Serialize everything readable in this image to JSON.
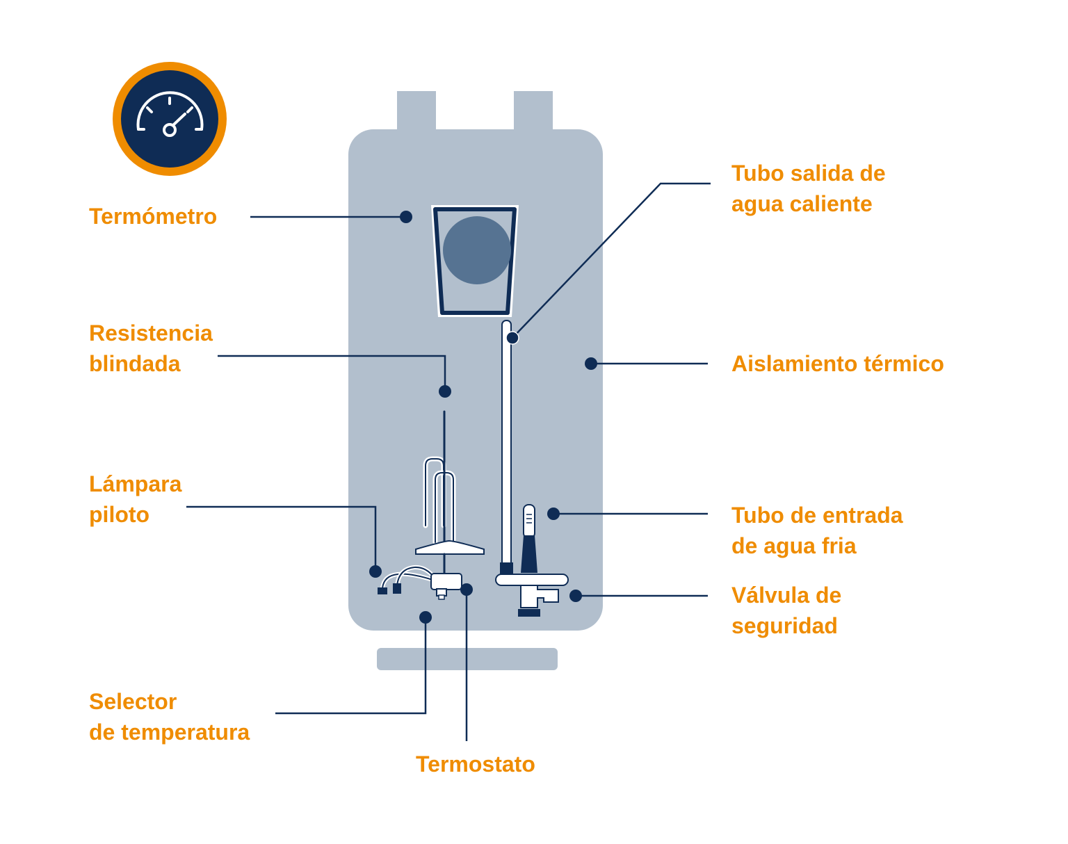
{
  "colors": {
    "accent": "#ef8c00",
    "navy": "#0f2c55",
    "body": "#b2bfcd",
    "dial": "#567392",
    "white": "#ffffff"
  },
  "badge": {
    "icon": "speedometer-icon"
  },
  "labels": {
    "termometro": [
      "Termómetro"
    ],
    "resistencia": [
      "Resistencia",
      "blindada"
    ],
    "lampara": [
      "Lámpara",
      "piloto"
    ],
    "selector": [
      "Selector",
      "de temperatura"
    ],
    "termostato": [
      "Termostato"
    ],
    "tubo_salida": [
      "Tubo salida de",
      "agua caliente"
    ],
    "aislamiento": [
      "Aislamiento térmico"
    ],
    "tubo_entrada": [
      "Tubo de entrada",
      "de agua fria"
    ],
    "valvula": [
      "Válvula de",
      "seguridad"
    ]
  }
}
